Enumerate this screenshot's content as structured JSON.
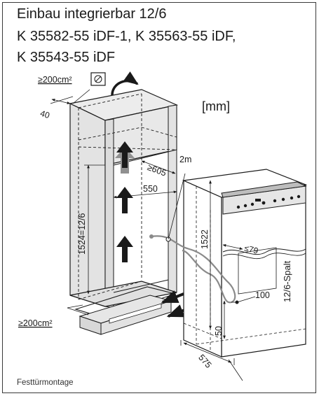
{
  "title": {
    "line1": "Einbau integrierbar 12/6",
    "line2": "K 35582-55 iDF-1, K 35563-55 iDF,",
    "line3": "K 35543-55 iDF"
  },
  "unit_label": "[mm]",
  "labels": {
    "vent_top": "≥200cm²",
    "vent_bottom": "≥200cm²",
    "depth_top": "40",
    "niche_height": "1524=12/6",
    "niche_depth": "≥605",
    "niche_inner_depth": "550",
    "cable_length": "2m",
    "appliance_height": "1522",
    "offset_top": "≤79",
    "gap_label": "12/6-Spalt",
    "socket_height": "100",
    "bottom_offset": "50",
    "appliance_depth": "575"
  },
  "footer": "Festtürmontage",
  "colors": {
    "cabinet_fill": "#e3e3e3",
    "line": "#1a1a1a",
    "cable": "#8a8a8a"
  }
}
